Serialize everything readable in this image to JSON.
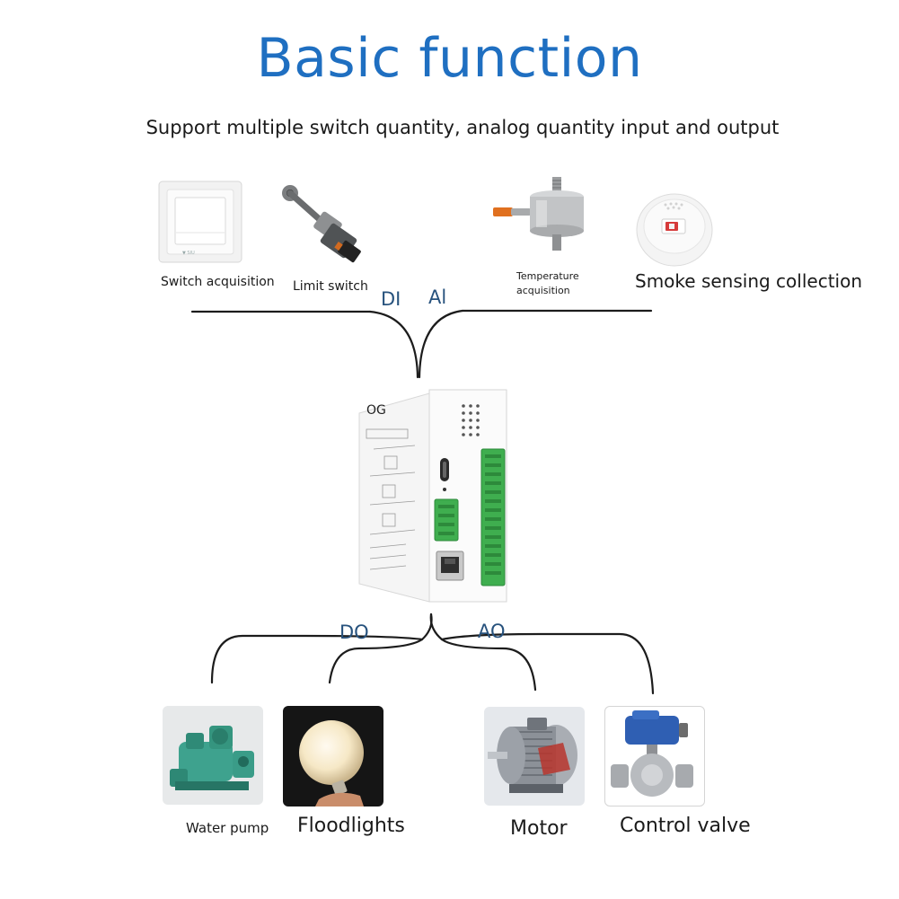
{
  "header": {
    "title": "Basic function",
    "subtitle": "Support multiple switch quantity, analog quantity input and output"
  },
  "inputs": {
    "switch_acquisition": "Switch acquisition",
    "limit_switch": "Limit switch",
    "temperature_acquisition_line1": "Temperature",
    "temperature_acquisition_line2": "acquisition",
    "smoke_sensing": "Smoke sensing collection"
  },
  "signals": {
    "di": "DI",
    "ai": "Al",
    "do": "DO",
    "ao": "AO"
  },
  "device": {
    "logo": "OG"
  },
  "outputs": {
    "water_pump": "Water pump",
    "floodlights": "Floodlights",
    "motor": "Motor",
    "control_valve": "Control valve"
  },
  "colors": {
    "title": "#1f6fc1",
    "signal_label": "#27527d",
    "terminal_green": "#3fae4f"
  }
}
